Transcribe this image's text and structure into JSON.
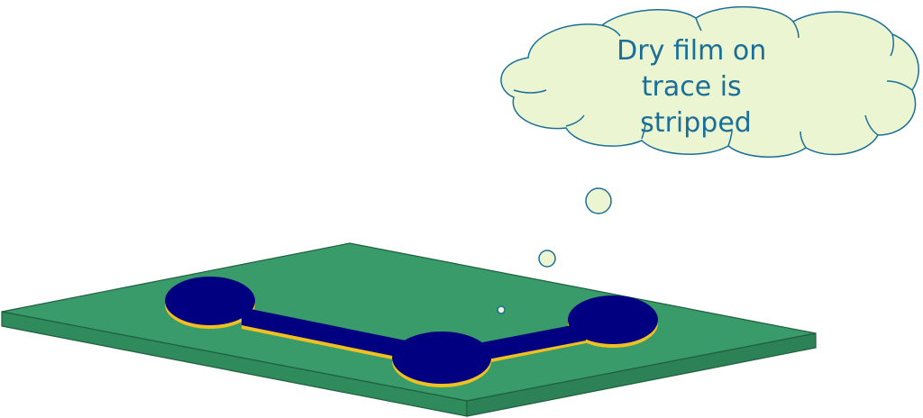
{
  "callout": {
    "lines": [
      "Dry film on",
      "trace is",
      "stripped"
    ]
  },
  "colors": {
    "board_top": "#389b69",
    "board_edge": "#2f8a5c",
    "trace_fill": "#000080",
    "copper_edge": "#f0c020",
    "cloud_fill": "#ebf5d2",
    "cloud_stroke": "#1b6f97",
    "text": "#1b6f97"
  },
  "diagram": {
    "pads": 3,
    "traces": 2
  }
}
